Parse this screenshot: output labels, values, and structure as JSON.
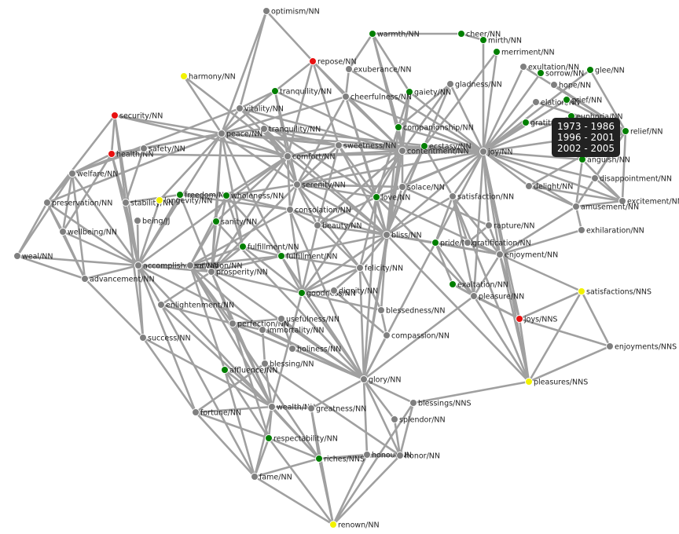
{
  "colors": {
    "edge": "#a0a0a0",
    "gray": "#7f7f7f",
    "green": "#007f00",
    "red": "#e81010",
    "yellow": "#f2f200"
  },
  "tooltip": {
    "lines": [
      "1973 - 1986",
      "1996 - 2001",
      "2002 - 2005"
    ]
  },
  "nodes": [
    {
      "id": "optimism/NN",
      "c": "gray"
    },
    {
      "id": "warmth/NN",
      "c": "green"
    },
    {
      "id": "cheer/NN",
      "c": "green"
    },
    {
      "id": "mirth/NN",
      "c": "green"
    },
    {
      "id": "merriment/NN",
      "c": "green"
    },
    {
      "id": "repose/NN",
      "c": "red"
    },
    {
      "id": "exuberance/NN",
      "c": "gray"
    },
    {
      "id": "exultation/NN",
      "c": "gray"
    },
    {
      "id": "glee/NN",
      "c": "green"
    },
    {
      "id": "sorrow/NN",
      "c": "green"
    },
    {
      "id": "harmony/NN",
      "c": "yellow"
    },
    {
      "id": "gladness/NN",
      "c": "gray"
    },
    {
      "id": "hope/NN",
      "c": "gray"
    },
    {
      "id": "tranquility/NN",
      "c": "green"
    },
    {
      "id": "gaiety/NN",
      "c": "green"
    },
    {
      "id": "cheerfulness/NN",
      "c": "gray"
    },
    {
      "id": "elation/NN",
      "c": "gray"
    },
    {
      "id": "grief/NN",
      "c": "green"
    },
    {
      "id": "vitality/NN",
      "c": "gray"
    },
    {
      "id": "euphoria/NN",
      "c": "green"
    },
    {
      "id": "security/NN",
      "c": "red"
    },
    {
      "id": "gratitude/NN",
      "c": "green"
    },
    {
      "id": "companionship/NN",
      "c": "green"
    },
    {
      "id": "tranquility/NN",
      "c": "gray"
    },
    {
      "id": "peace/NN",
      "c": "gray"
    },
    {
      "id": "relief/NN",
      "c": "green"
    },
    {
      "id": "sweetness/NN",
      "c": "gray"
    },
    {
      "id": "ecstasy/NN",
      "c": "green"
    },
    {
      "id": "contentment/NN",
      "c": "gray"
    },
    {
      "id": "joy/NN",
      "c": "gray"
    },
    {
      "id": "health/NN",
      "c": "red"
    },
    {
      "id": "safety/NN",
      "c": "gray"
    },
    {
      "id": "comfort/NN",
      "c": "gray"
    },
    {
      "id": "anguish/NN",
      "c": "green"
    },
    {
      "id": "welfare/NN",
      "c": "gray"
    },
    {
      "id": "disappointment/NN",
      "c": "gray"
    },
    {
      "id": "serenity/NN",
      "c": "gray"
    },
    {
      "id": "solace/NN",
      "c": "gray"
    },
    {
      "id": "delight/NN",
      "c": "gray"
    },
    {
      "id": "freedom/NN",
      "c": "green"
    },
    {
      "id": "wholeness/NN",
      "c": "green"
    },
    {
      "id": "love/NN",
      "c": "green"
    },
    {
      "id": "satisfaction/NN",
      "c": "gray"
    },
    {
      "id": "excitement/NN",
      "c": "gray"
    },
    {
      "id": "preservation/NN",
      "c": "gray"
    },
    {
      "id": "stability/NN",
      "c": "gray"
    },
    {
      "id": "longevity/NN",
      "c": "yellow"
    },
    {
      "id": "consolation/NN",
      "c": "gray"
    },
    {
      "id": "amusement/NN",
      "c": "gray"
    },
    {
      "id": "being/JJ",
      "c": "gray"
    },
    {
      "id": "sanity/NN",
      "c": "green"
    },
    {
      "id": "beauty/NN",
      "c": "gray"
    },
    {
      "id": "rapture/NN",
      "c": "gray"
    },
    {
      "id": "wellbeing/NN",
      "c": "gray"
    },
    {
      "id": "exhilaration/NN",
      "c": "gray"
    },
    {
      "id": "bliss/NN",
      "c": "gray"
    },
    {
      "id": "pride/NN",
      "c": "green"
    },
    {
      "id": "gratification/NN",
      "c": "gray"
    },
    {
      "id": "weal/NN",
      "c": "gray"
    },
    {
      "id": "fulfillment/NN",
      "c": "green"
    },
    {
      "id": "fulfillment/NN",
      "c": "green"
    },
    {
      "id": "enjoyment/NN",
      "c": "gray"
    },
    {
      "id": "accomplishment/NN",
      "c": "gray"
    },
    {
      "id": "salvation/NN",
      "c": "gray"
    },
    {
      "id": "felicity/NN",
      "c": "gray"
    },
    {
      "id": "prosperity/NN",
      "c": "gray"
    },
    {
      "id": "advancement/NN",
      "c": "gray"
    },
    {
      "id": "exaltation/NN",
      "c": "green"
    },
    {
      "id": "goodness/NN",
      "c": "green"
    },
    {
      "id": "dignity/NN",
      "c": "gray"
    },
    {
      "id": "satisfactions/NNS",
      "c": "yellow"
    },
    {
      "id": "pleasure/NN",
      "c": "gray"
    },
    {
      "id": "enlightenment/NN",
      "c": "gray"
    },
    {
      "id": "blessedness/NN",
      "c": "gray"
    },
    {
      "id": "joys/NNS",
      "c": "red"
    },
    {
      "id": "perfection/NN",
      "c": "gray"
    },
    {
      "id": "usefulness/NN",
      "c": "gray"
    },
    {
      "id": "immortality/NN",
      "c": "gray"
    },
    {
      "id": "success/NN",
      "c": "gray"
    },
    {
      "id": "compassion/NN",
      "c": "gray"
    },
    {
      "id": "enjoyments/NNS",
      "c": "gray"
    },
    {
      "id": "holiness/NN",
      "c": "gray"
    },
    {
      "id": "blessing/NN",
      "c": "gray"
    },
    {
      "id": "affluence/NN",
      "c": "green"
    },
    {
      "id": "glory/NN",
      "c": "gray"
    },
    {
      "id": "pleasures/NNS",
      "c": "yellow"
    },
    {
      "id": "blessings/NNS",
      "c": "gray"
    },
    {
      "id": "wealth/NN",
      "c": "gray"
    },
    {
      "id": "greatness/NN",
      "c": "gray"
    },
    {
      "id": "fortune/NN",
      "c": "gray"
    },
    {
      "id": "splendor/NN",
      "c": "gray"
    },
    {
      "id": "respectability/NN",
      "c": "green"
    },
    {
      "id": "honour/NN",
      "c": "gray"
    },
    {
      "id": "honor/NN",
      "c": "gray"
    },
    {
      "id": "riches/NNS",
      "c": "green"
    },
    {
      "id": "fame/NN",
      "c": "gray"
    },
    {
      "id": "renown/NN",
      "c": "yellow"
    }
  ]
}
